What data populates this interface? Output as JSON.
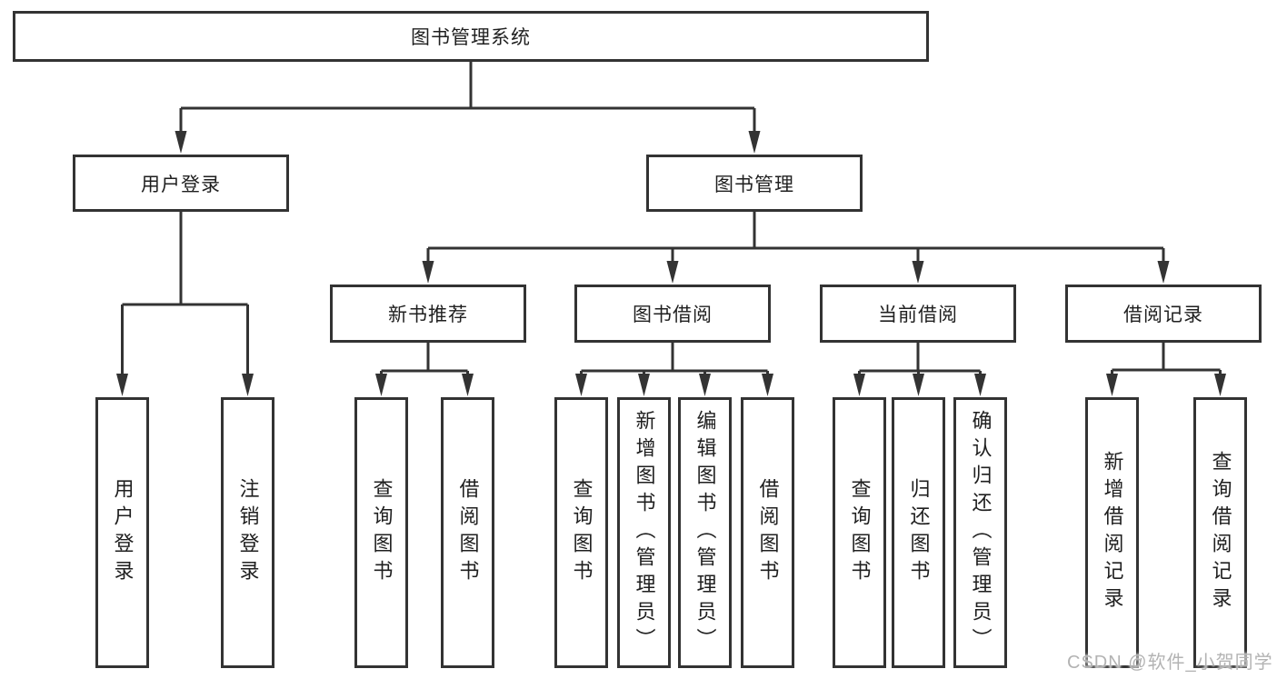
{
  "root": {
    "label": "图书管理系统"
  },
  "user_login": {
    "label": "用户登录",
    "leaves": [
      {
        "label": "用户登录"
      },
      {
        "label": "注销登录"
      }
    ]
  },
  "book_mgmt": {
    "label": "图书管理",
    "groups": [
      {
        "label": "新书推荐",
        "leaves": [
          {
            "label": "查询图书"
          },
          {
            "label": "借阅图书"
          }
        ]
      },
      {
        "label": "图书借阅",
        "leaves": [
          {
            "label": "查询图书"
          },
          {
            "label": "新增图书（管理员）"
          },
          {
            "label": "编辑图书（管理员）"
          },
          {
            "label": "借阅图书"
          }
        ]
      },
      {
        "label": "当前借阅",
        "leaves": [
          {
            "label": "查询图书"
          },
          {
            "label": "归还图书"
          },
          {
            "label": "确认归还（管理员）"
          }
        ]
      },
      {
        "label": "借阅记录",
        "leaves": [
          {
            "label": "新增借阅记录"
          },
          {
            "label": "查询借阅记录"
          }
        ]
      }
    ]
  },
  "watermark": {
    "text": "CSDN @软件_小贺同学"
  },
  "colors": {
    "line": "#333333",
    "box_border": "#333333",
    "text": "#1f1f1f",
    "watermark": "#b3b3b3",
    "background": "#ffffff"
  }
}
